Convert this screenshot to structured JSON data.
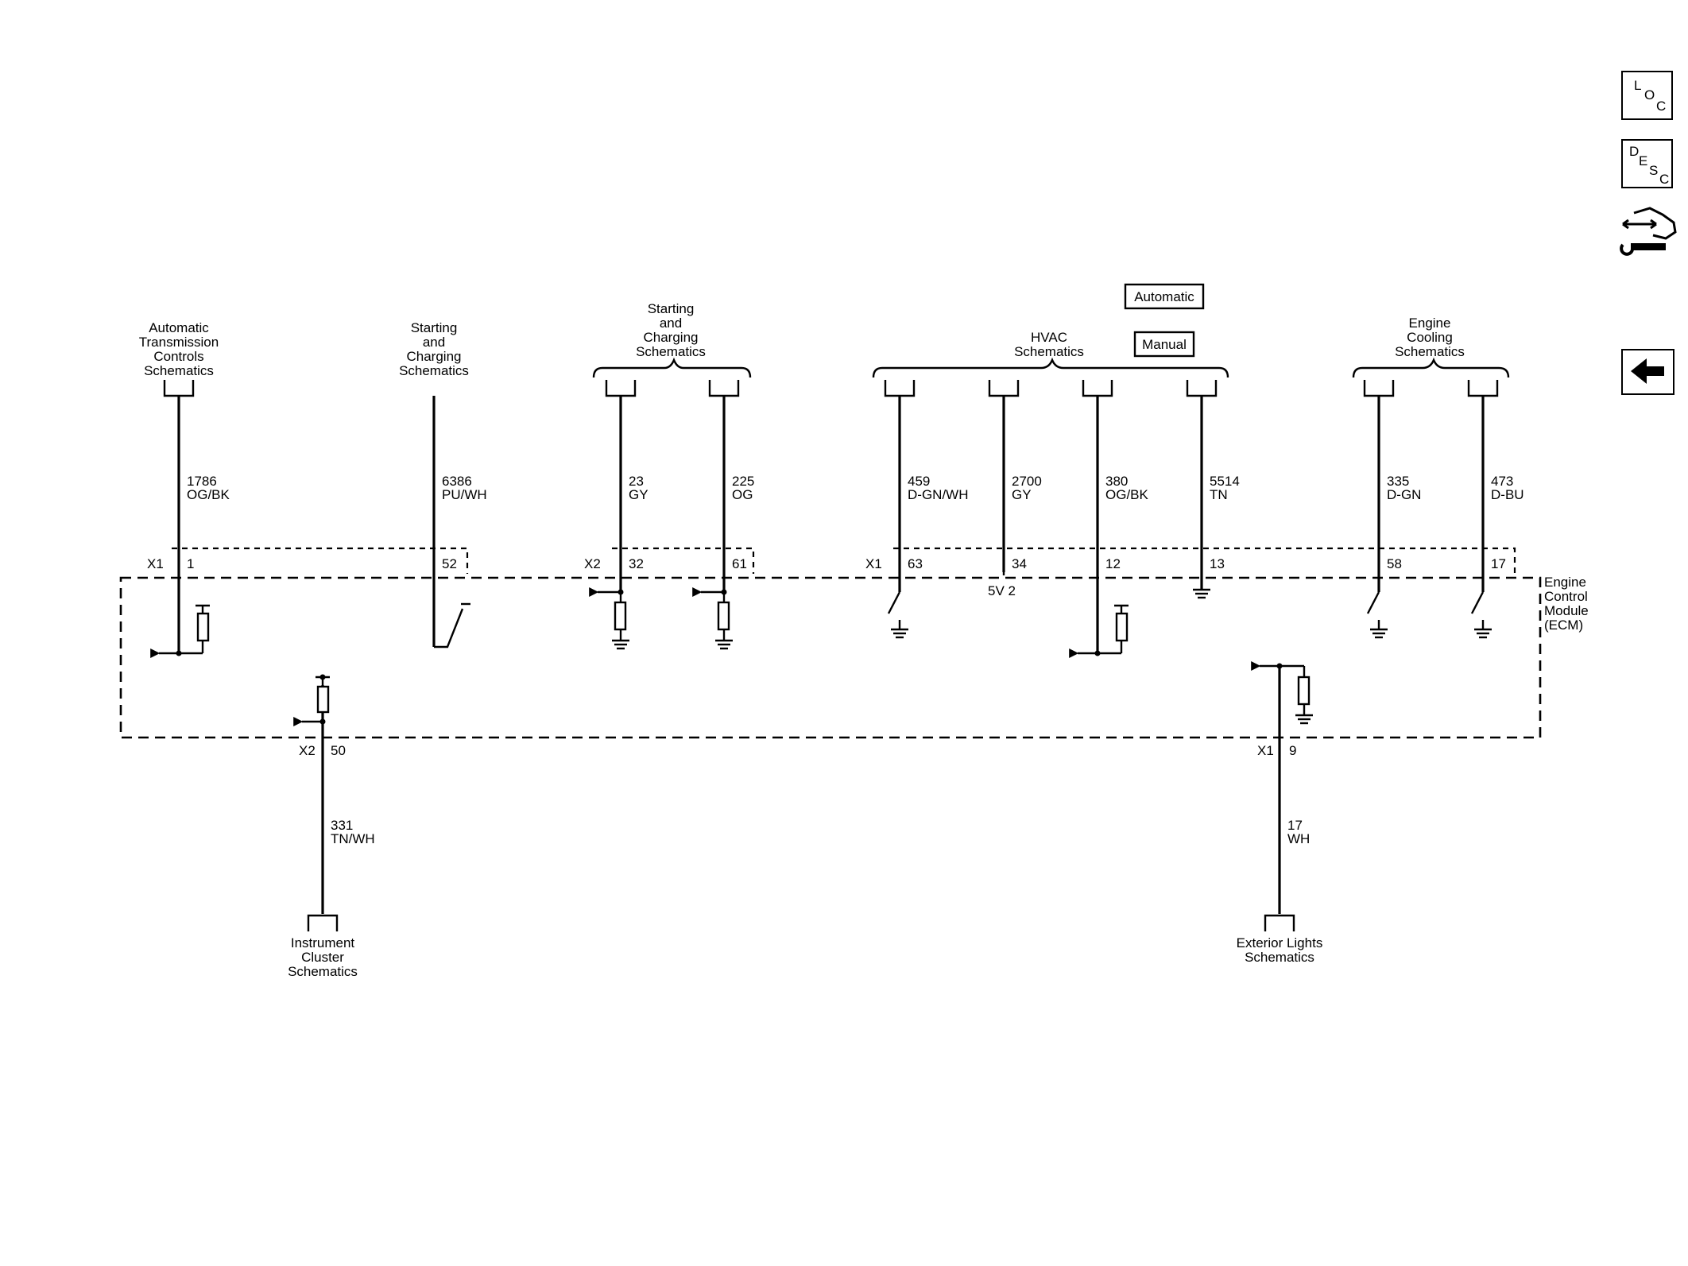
{
  "side_toolbar": {
    "loc": [
      "L",
      "O",
      "C"
    ],
    "desc": [
      "D",
      "E",
      "S",
      "C"
    ]
  },
  "options": {
    "automatic": "Automatic",
    "manual": "Manual"
  },
  "destinations": {
    "atc": [
      "Automatic",
      "Transmission",
      "Controls",
      "Schematics"
    ],
    "sc_single": [
      "Starting",
      "and",
      "Charging",
      "Schematics"
    ],
    "sc_group": [
      "Starting",
      "and",
      "Charging",
      "Schematics"
    ],
    "hvac": [
      "HVAC",
      "Schematics"
    ],
    "cooling": [
      "Engine",
      "Cooling",
      "Schematics"
    ],
    "cluster": [
      "Instrument",
      "Cluster",
      "Schematics"
    ],
    "exterior": [
      "Exterior Lights",
      "Schematics"
    ]
  },
  "module": {
    "label": [
      "Engine",
      "Control",
      "Module",
      "(ECM)"
    ]
  },
  "connectors": {
    "x1": "X1",
    "x2": "X2"
  },
  "reference": {
    "v5": "5V 2"
  },
  "circuits": [
    {
      "circuit": "1786",
      "color": "OG/BK",
      "pin": "1"
    },
    {
      "circuit": "6386",
      "color": "PU/WH",
      "pin": "52"
    },
    {
      "circuit": "23",
      "color": "GY",
      "pin": "32"
    },
    {
      "circuit": "225",
      "color": "OG",
      "pin": "61"
    },
    {
      "circuit": "459",
      "color": "D-GN/WH",
      "pin": "63"
    },
    {
      "circuit": "2700",
      "color": "GY",
      "pin": "34"
    },
    {
      "circuit": "380",
      "color": "OG/BK",
      "pin": "12"
    },
    {
      "circuit": "5514",
      "color": "TN",
      "pin": "13"
    },
    {
      "circuit": "335",
      "color": "D-GN",
      "pin": "58"
    },
    {
      "circuit": "473",
      "color": "D-BU",
      "pin": "17"
    },
    {
      "circuit": "331",
      "color": "TN/WH",
      "pin": "50"
    },
    {
      "circuit": "17",
      "color": "WH",
      "pin": "9"
    }
  ]
}
